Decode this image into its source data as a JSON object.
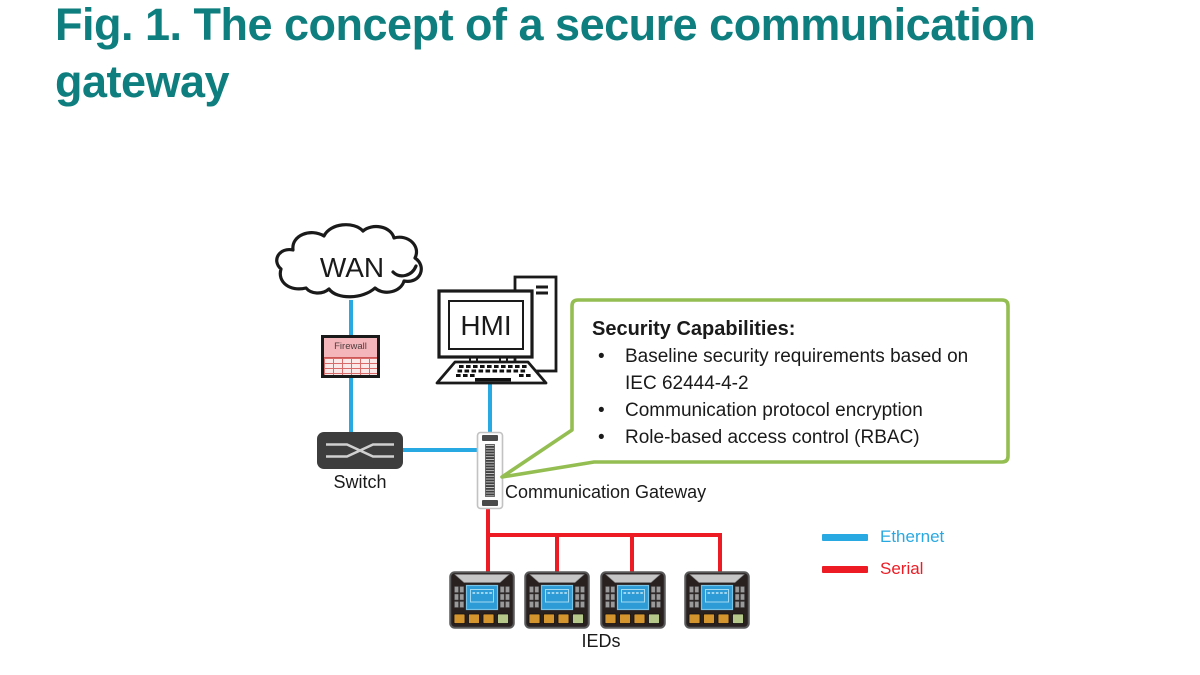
{
  "title": {
    "lines": [
      "Fig. 1. The concept of a secure communication",
      "gateway"
    ],
    "color": "#0e7e7e"
  },
  "nodes": {
    "wan": "WAN",
    "firewall": "Firewall",
    "switch": "Switch",
    "hmi": "HMI",
    "gateway": "Communication Gateway",
    "ieds": "IEDs",
    "ied_count": 4
  },
  "callout": {
    "title": "Security Capabilities:",
    "bullets": [
      "Baseline security requirements based on IEC 62444-4-2",
      "Communication protocol encryption",
      "Role-based access control (RBAC)"
    ],
    "border_color": "#94be52"
  },
  "legend": {
    "items": [
      {
        "label": "Ethernet",
        "color": "#29a9e1"
      },
      {
        "label": "Serial",
        "color": "#ed1c24"
      }
    ]
  }
}
